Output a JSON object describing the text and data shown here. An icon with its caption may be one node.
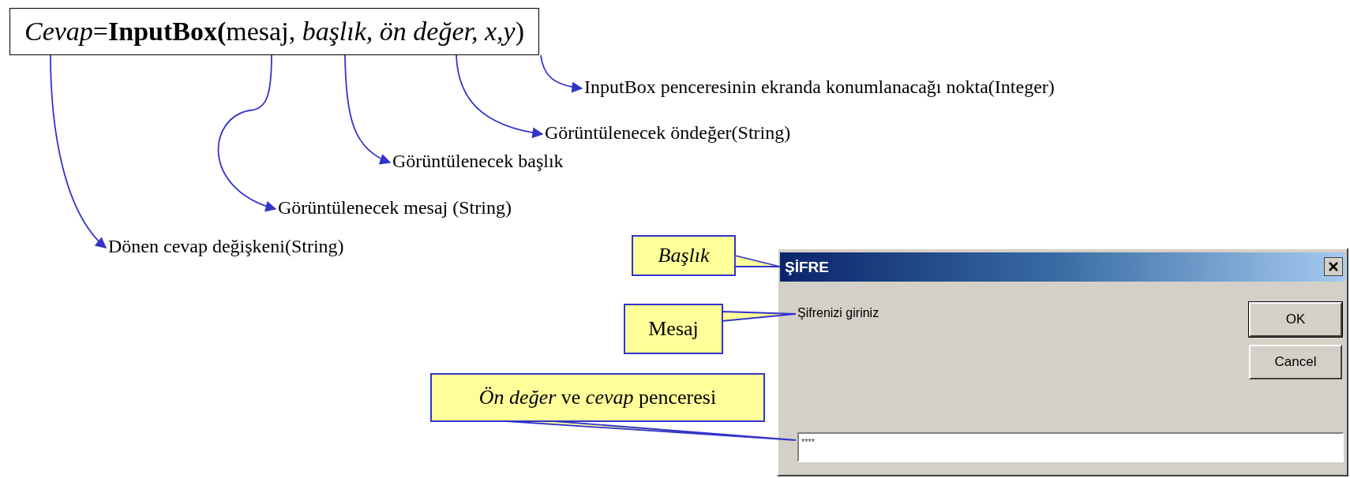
{
  "diagram": {
    "nodes": [
      {
        "text": [
          "*Cevap*=**InputBox(**mesaj, *başlık, ön değer, x,y*)"
        ]
      },
      {
        "text": [
          "InputBox penceresinin ekranda konumlanacağı nokta(Integer)"
        ]
      },
      {
        "text": [
          "Görüntülenecek öndeğer(String)"
        ]
      },
      {
        "text": [
          "Görüntülenecek başlık"
        ]
      },
      {
        "text": [
          "Görüntülenecek mesaj (String)"
        ]
      },
      {
        "text": [
          "Dönen cevap değişkeni(String)"
        ]
      },
      {
        "text": [
          "Başlık"
        ]
      },
      {
        "text": [
          "Mesaj"
        ]
      },
      {
        "text": [
          "*Ön değer* ve *cevap* penceresi"
        ]
      },
      {
        "text": [
          "ŞİFRE"
        ]
      },
      {
        "text": [
          "Şifrenizi giriniz"
        ],
        "in": 9
      },
      {
        "text": [
          "OK"
        ],
        "in": 9
      },
      {
        "text": [
          "Cancel"
        ],
        "in": 9
      },
      {
        "text": [
          "****"
        ],
        "in": 9
      }
    ],
    "edges": [
      {
        "from": 0,
        "to": 5,
        "arrow": "to"
      },
      {
        "from": 0,
        "to": 4,
        "arrow": "to"
      },
      {
        "from": 0,
        "to": 3,
        "arrow": "to"
      },
      {
        "from": 0,
        "to": 2,
        "arrow": "to"
      },
      {
        "from": 0,
        "to": 1,
        "arrow": "to"
      },
      {
        "from": 6,
        "to": 9,
        "arrow": "none"
      },
      {
        "from": 7,
        "to": 10,
        "arrow": "none"
      },
      {
        "from": 8,
        "to": 13,
        "arrow": "none"
      }
    ]
  }
}
